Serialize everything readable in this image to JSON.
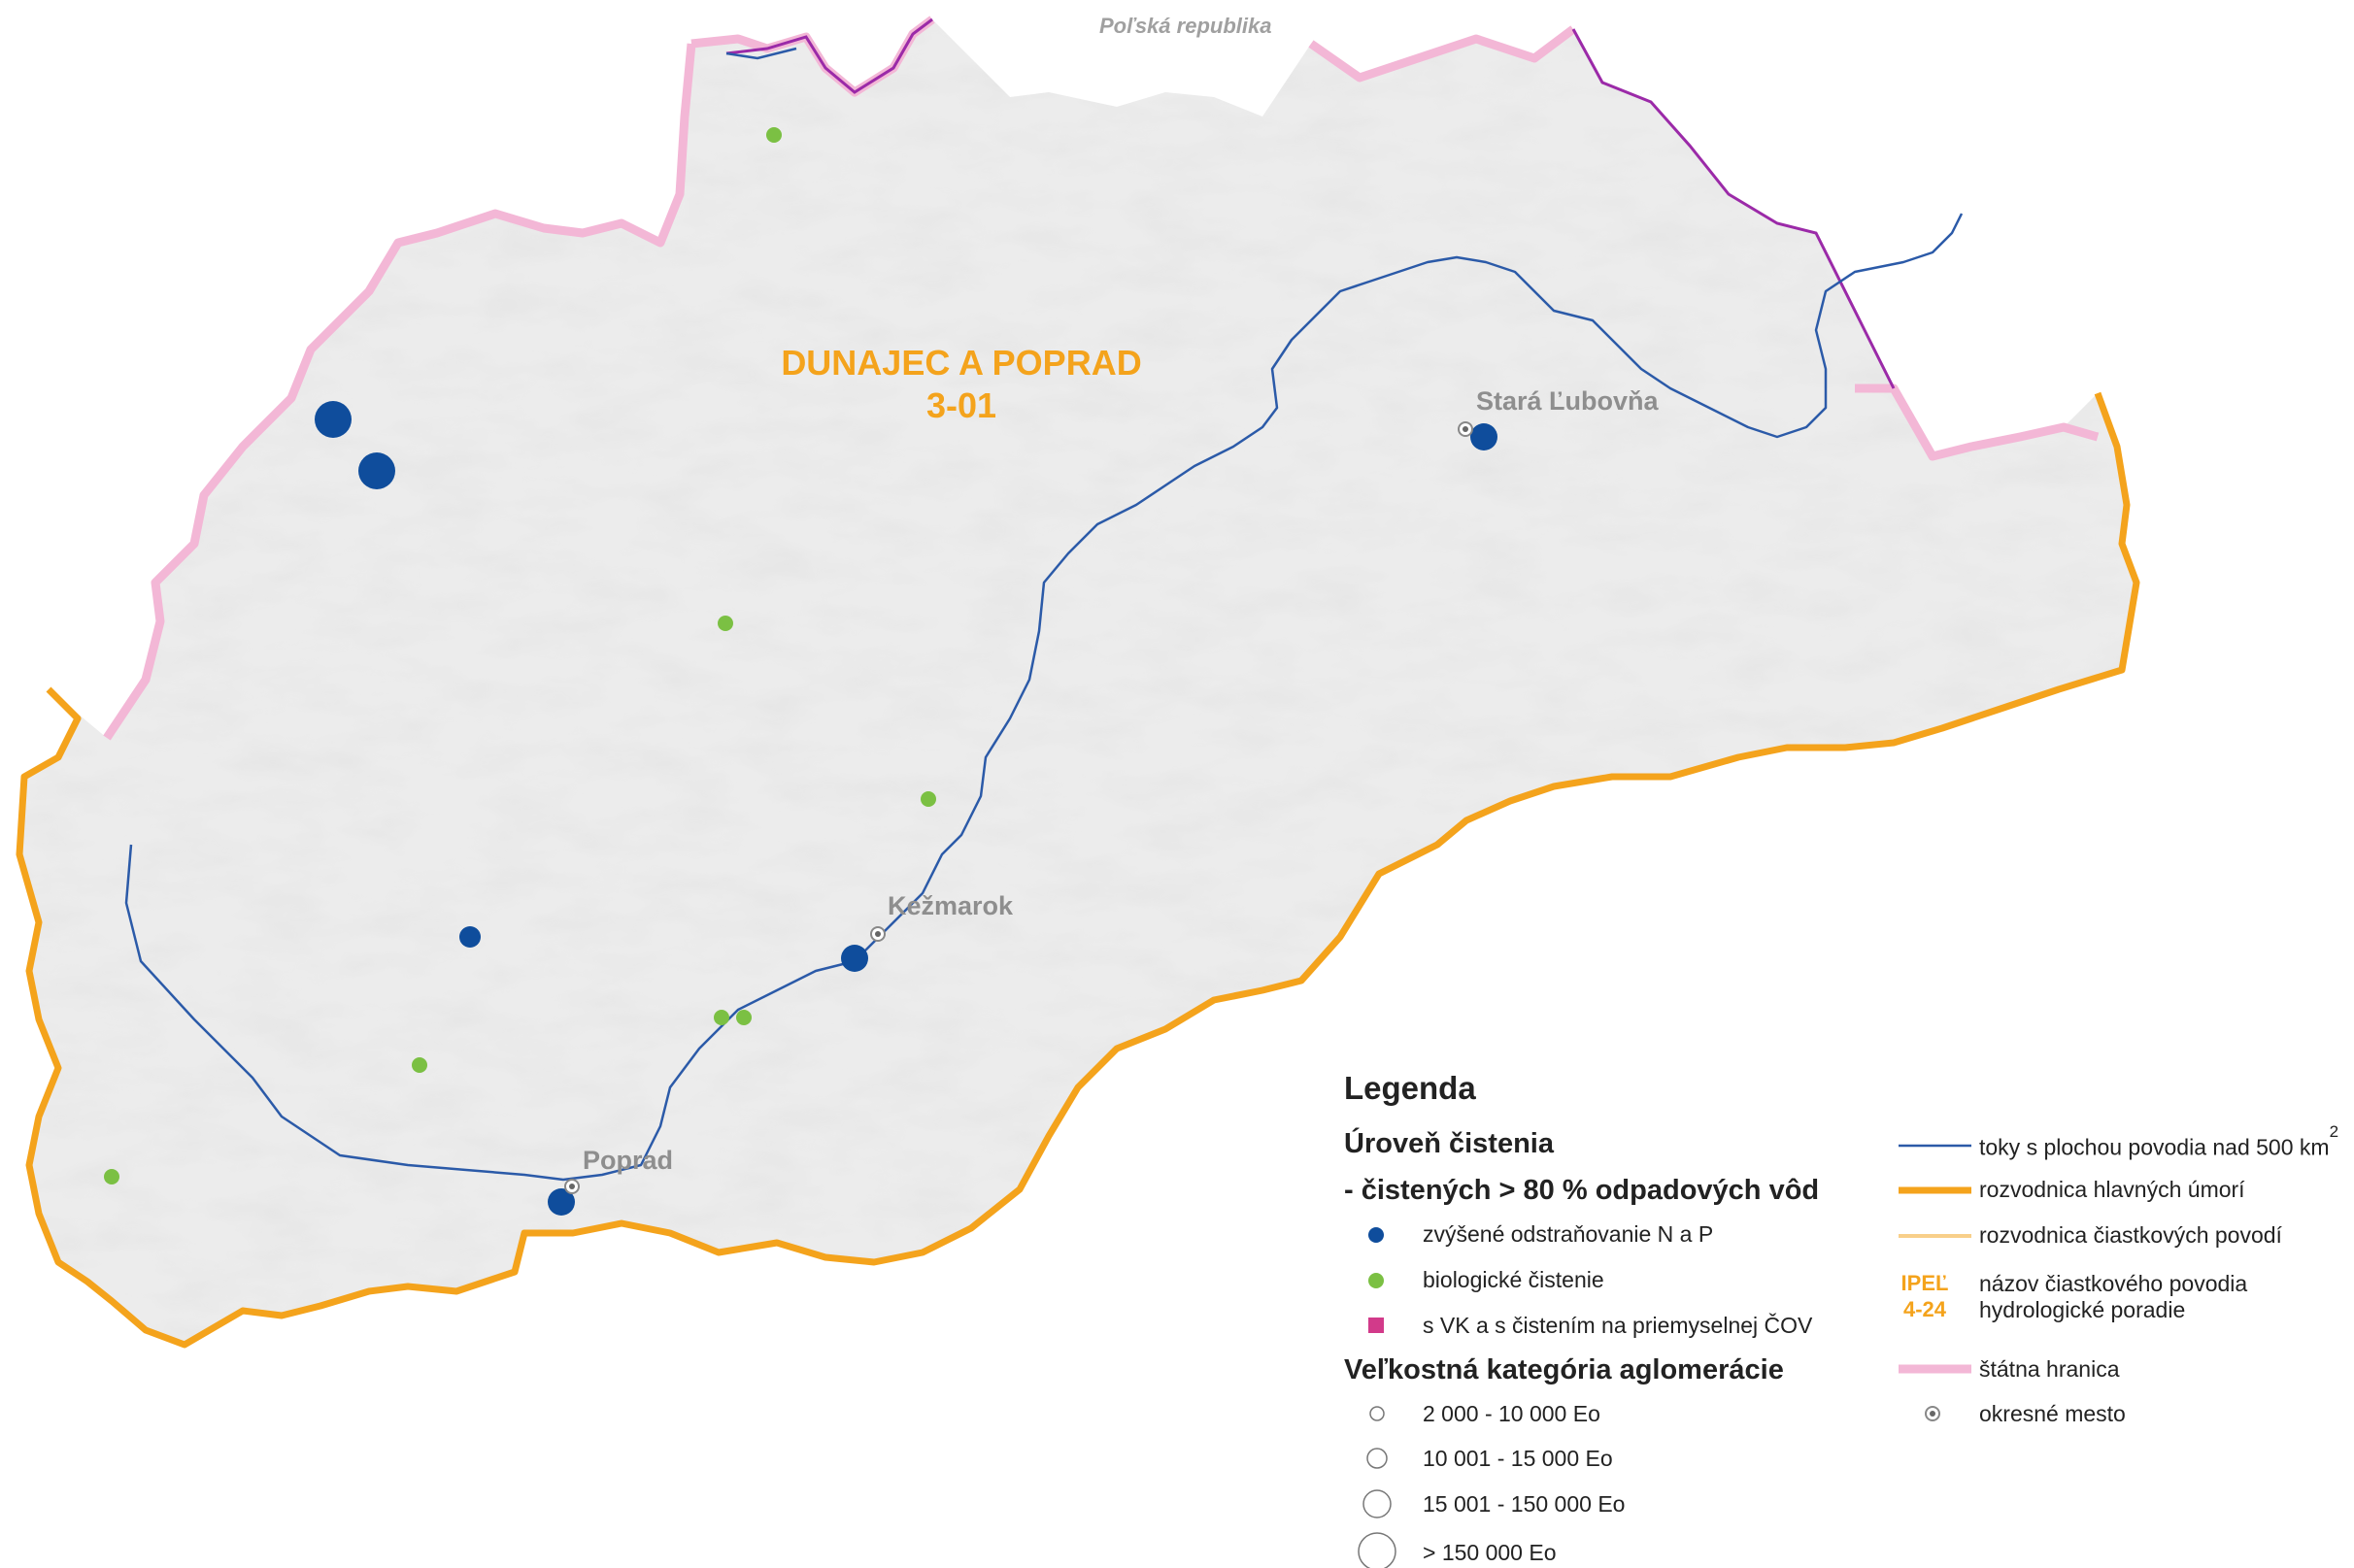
{
  "map": {
    "neighbor_country": "Poľská republika",
    "basin_name": "DUNAJEC A POPRAD",
    "basin_code": "3-01",
    "towns": [
      "Stará Ľubovňa",
      "Kežmarok",
      "Poprad"
    ],
    "colors": {
      "terrain": "#e6e6e6",
      "river": "#2b5aa8",
      "divide": "#f4a31c",
      "border": "#f3b7d6",
      "point_blue": "#0f4d9c",
      "point_green": "#7bc043",
      "point_magenta": "#d23a8a"
    }
  },
  "legend": {
    "title": "Legenda",
    "treatment_heading": "Úroveň čistenia",
    "treatment_subheading": "- čistených > 80 % odpadových vôd",
    "treatment_items": [
      "zvýšené odstraňovanie N a P",
      "biologické čistenie",
      "s VK a s čistením na priemyselnej ČOV"
    ],
    "size_heading": "Veľkostná kategória aglomerácie",
    "size_items": [
      "2 000 - 10 000 Eo",
      "10 001 - 15 000 Eo",
      "15 001 - 150 000 Eo",
      "> 150 000 Eo"
    ],
    "lines": {
      "river": "toky s plochou povodia nad 500 km",
      "river_sup": "2",
      "main_divide": "rozvodnica hlavných úmorí",
      "sub_divide": "rozvodnica čiastkových povodí",
      "sub_basin_name": "názov čiastkového povodia",
      "hydro_order": "hydrologické poradie",
      "ipel_name": "IPEĽ",
      "ipel_code": "4-24",
      "state_border": "štátna hranica",
      "district_town": "okresné mesto"
    }
  }
}
